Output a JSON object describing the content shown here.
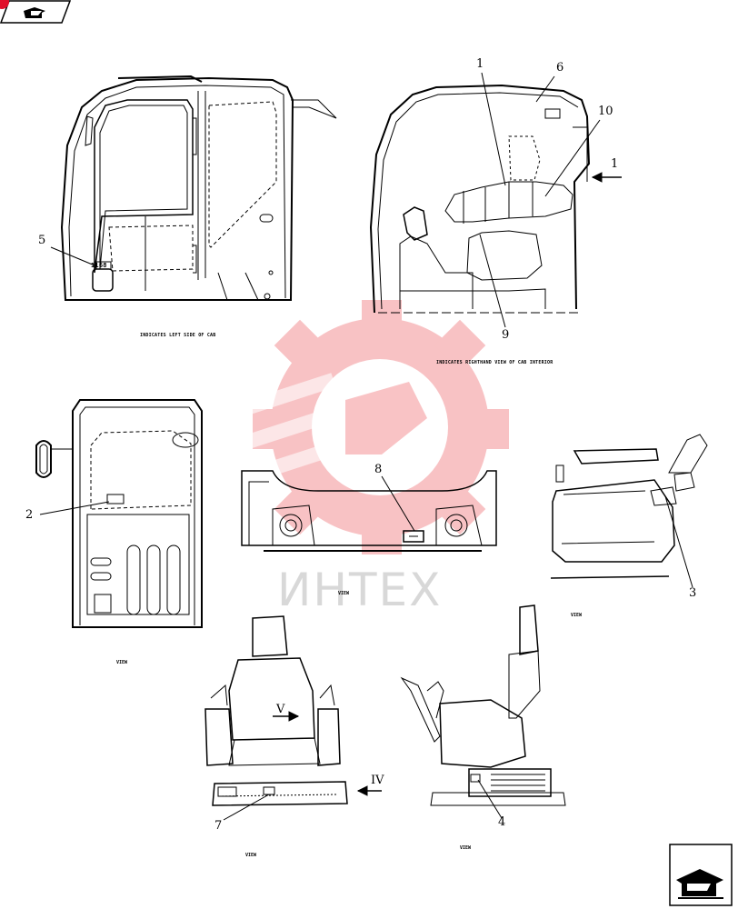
{
  "callouts": {
    "c1_top": "1",
    "c6": "6",
    "c10": "10",
    "c1_arrow": "1",
    "c5": "5",
    "c9": "9",
    "c2": "2",
    "c8": "8",
    "c3": "3",
    "c4": "4",
    "c7": "7",
    "view_v": "V",
    "view_iv": "IV"
  },
  "captions": {
    "left_side": "INDICATES LEFT SIDE OF CAB",
    "rh_interior": "INDICATES RIGHTHAND VIEW OF CAB INTERIOR",
    "view1": "VIEW",
    "view2": "VIEW",
    "view3": "VIEW",
    "view4": "VIEW",
    "view5": "VIEW"
  },
  "decal_texts": {
    "d5": "1168"
  },
  "watermark": {
    "text": "ИНТЕХ",
    "color": "#e8282e"
  },
  "icons": {
    "top_nav": "back-arrow-icon",
    "bottom_nav": "next-arrow-icon",
    "badge": "red-badge-icon"
  }
}
